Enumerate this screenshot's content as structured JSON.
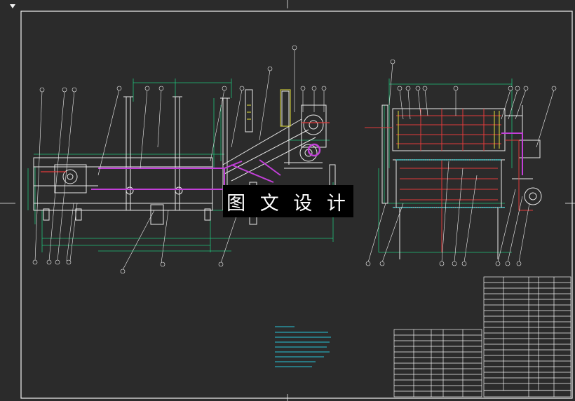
{
  "watermark": {
    "text": "图 文 设 计"
  },
  "colors": {
    "background": "#2b2b2b",
    "frame": "#ffffff",
    "outline": "#e8e8e8",
    "dimension": "#21c27a",
    "leader": "#f0f0f0",
    "pipe": "#c23fd8",
    "red": "#e23b3b",
    "cyan": "#2fc8c8",
    "yellow": "#e6e23a",
    "notes": "#27c5d8"
  },
  "drawing_views": [
    "front-view",
    "side-view",
    "technical-notes",
    "parts-list",
    "title-block"
  ]
}
